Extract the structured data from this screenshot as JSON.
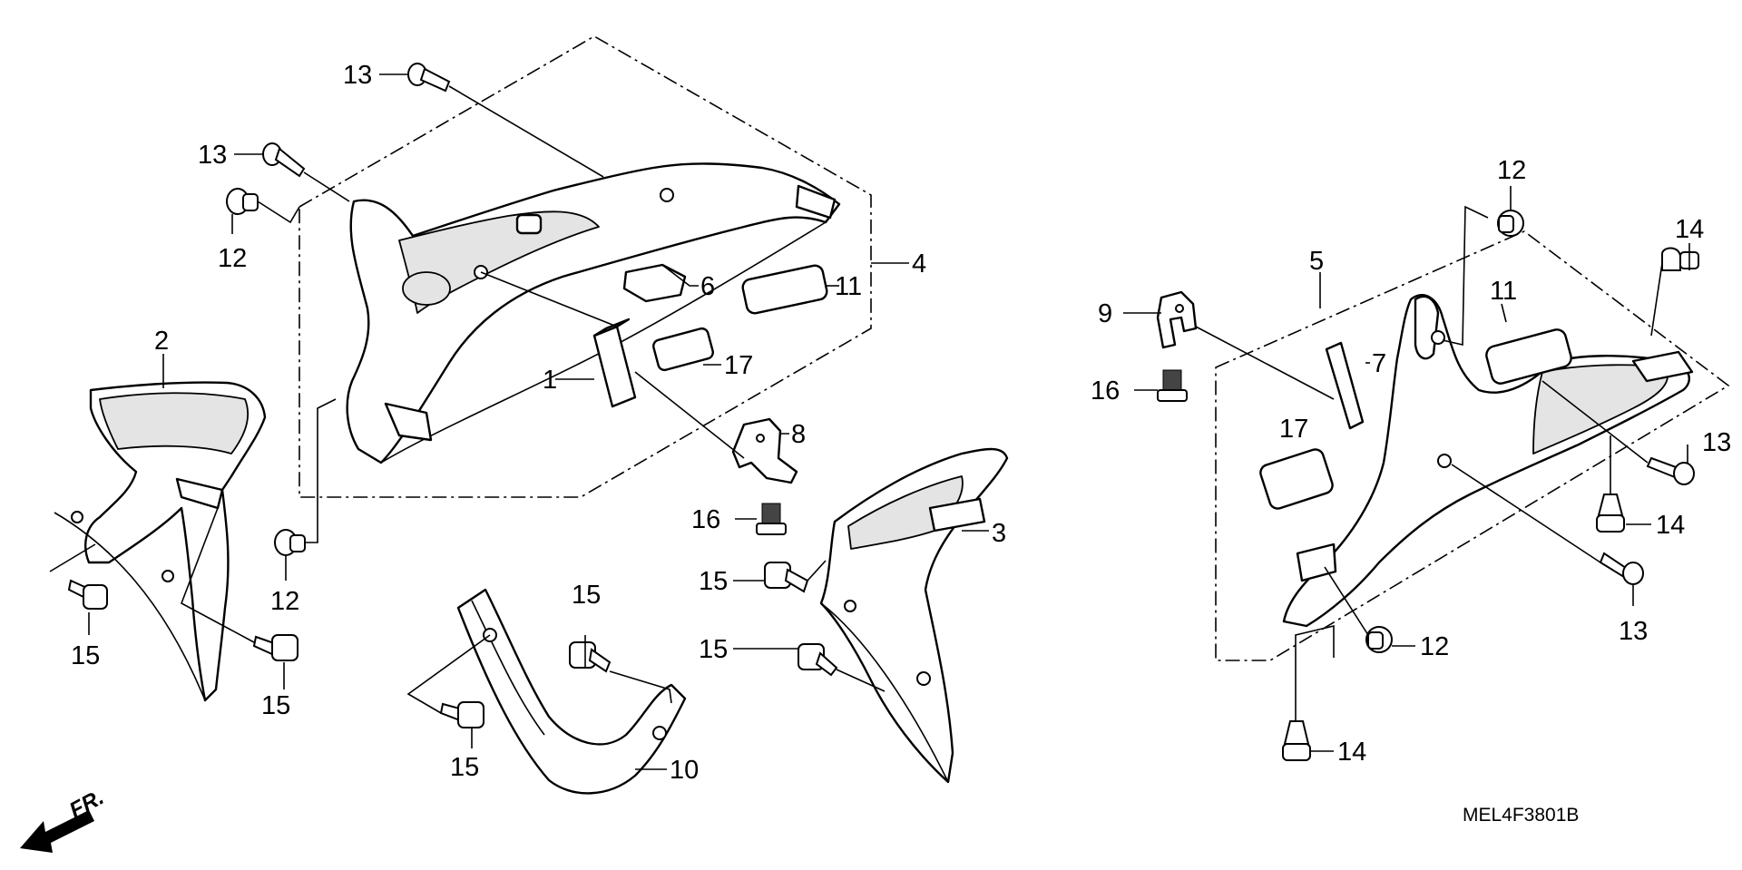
{
  "diagram_code": "MEL4F3801B",
  "direction_label": "FR.",
  "callouts": {
    "c1": "1",
    "c2": "2",
    "c3": "3",
    "c4": "4",
    "c5": "5",
    "c6": "6",
    "c7": "7",
    "c8": "8",
    "c9": "9",
    "c10": "10",
    "c11a": "11",
    "c11b": "11",
    "c12a": "12",
    "c12b": "12",
    "c12c": "12",
    "c12d": "12",
    "c13a": "13",
    "c13b": "13",
    "c13c": "13",
    "c13d": "13",
    "c14a": "14",
    "c14b": "14",
    "c14c": "14",
    "c15a": "15",
    "c15b": "15",
    "c15c": "15",
    "c15d": "15",
    "c15e": "15",
    "c15f": "15",
    "c16a": "16",
    "c16b": "16",
    "c17a": "17",
    "c17b": "17"
  }
}
